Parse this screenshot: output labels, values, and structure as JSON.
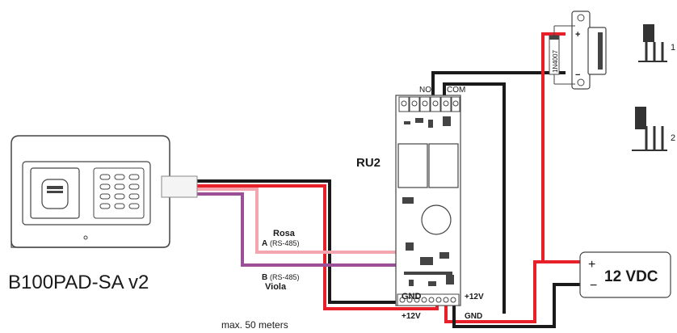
{
  "device": {
    "name": "B100PAD-SA v2"
  },
  "relay_module": {
    "name": "RU2",
    "terminal_no": "NO",
    "terminal_com": "COM"
  },
  "power_supply": {
    "label": "12 VDC",
    "plus": "+",
    "minus": "−"
  },
  "door_lock": {
    "diode": "1N4007",
    "plus": "+",
    "minus": "−"
  },
  "jumpers": {
    "jumper_1": "1",
    "jumper_2": "2"
  },
  "wires": {
    "rosa_name": "Rosa",
    "rosa_signal": "A",
    "rosa_protocol": "(RS-485)",
    "viola_signal": "B",
    "viola_protocol": "(RS-485)",
    "viola_name": "Viola",
    "gnd_left": "GND",
    "plus12_left": "+12V",
    "plus12_right": "+12V",
    "gnd_right": "GND"
  },
  "note": "max. 50 meters",
  "colors": {
    "red_wire": "#e8202a",
    "black_wire": "#1a1a1a",
    "pink_wire": "#f4a6b0",
    "violet_wire": "#9b4f96",
    "outline": "#444444"
  }
}
